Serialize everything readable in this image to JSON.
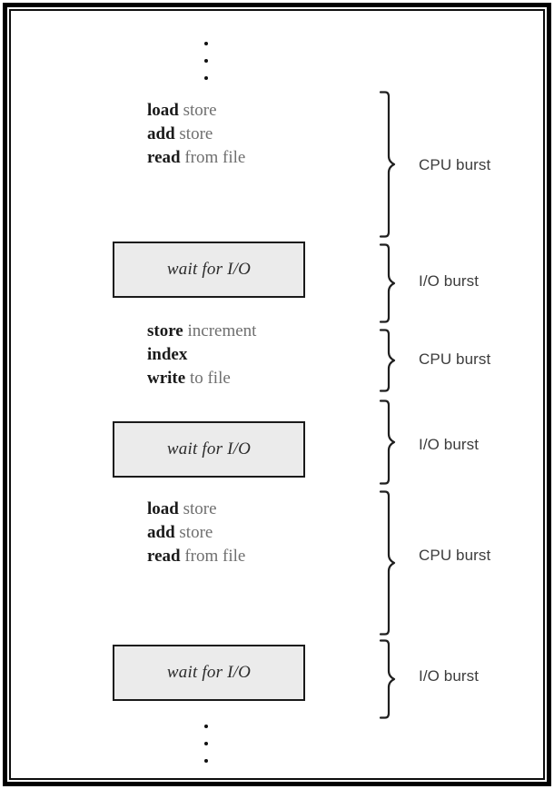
{
  "figure": {
    "title": "CPU and I/O burst alternation",
    "background_color": "#ffffff",
    "frame_color": "#000000",
    "box_fill_color": "#ebebeb",
    "box_border_color": "#1a1a1a",
    "label_color": "#3c3c3c",
    "code_bold_color": "#1a1a1a",
    "code_light_color": "#6f6f6f"
  },
  "top_ellipsis": {
    "dots": 3
  },
  "bottom_ellipsis": {
    "dots": 3
  },
  "segments": [
    {
      "kind": "cpu",
      "label": "CPU burst",
      "lines": [
        {
          "bold": "load",
          "light": " store"
        },
        {
          "bold": "add",
          "light": " store"
        },
        {
          "bold": "read",
          "light": " from file"
        }
      ]
    },
    {
      "kind": "io",
      "label": "I/O burst",
      "box_text": "wait for I/O"
    },
    {
      "kind": "cpu",
      "label": "CPU burst",
      "lines": [
        {
          "bold": "store",
          "light": " increment"
        },
        {
          "bold": "index",
          "light": ""
        },
        {
          "bold": "write",
          "light": " to file"
        }
      ]
    },
    {
      "kind": "io",
      "label": "I/O burst",
      "box_text": "wait for I/O"
    },
    {
      "kind": "cpu",
      "label": "CPU burst",
      "lines": [
        {
          "bold": "load",
          "light": " store"
        },
        {
          "bold": "add",
          "light": " store"
        },
        {
          "bold": "read",
          "light": " from file"
        }
      ]
    },
    {
      "kind": "io",
      "label": "I/O burst",
      "box_text": "wait for I/O"
    }
  ],
  "code_blocks": {
    "block1": {
      "l1_bold": "load",
      "l1_light": " store",
      "l2_bold": "add",
      "l2_light": " store",
      "l3_bold": "read",
      "l3_light": " from file"
    },
    "block2": {
      "l1_bold": "store",
      "l1_light": " increment",
      "l2_bold": "index",
      "l2_light": "",
      "l3_bold": "write",
      "l3_light": " to file"
    },
    "block3": {
      "l1_bold": "load",
      "l1_light": " store",
      "l2_bold": "add",
      "l2_light": " store",
      "l3_bold": "read",
      "l3_light": " from file"
    }
  },
  "wait_boxes": {
    "box1": {
      "text": "wait for I/O"
    },
    "box2": {
      "text": "wait for I/O"
    },
    "box3": {
      "text": "wait for I/O"
    }
  },
  "burst_labels": {
    "b1": "CPU burst",
    "b2": "I/O burst",
    "b3": "CPU burst",
    "b4": "I/O burst",
    "b5": "CPU burst",
    "b6": "I/O burst"
  }
}
